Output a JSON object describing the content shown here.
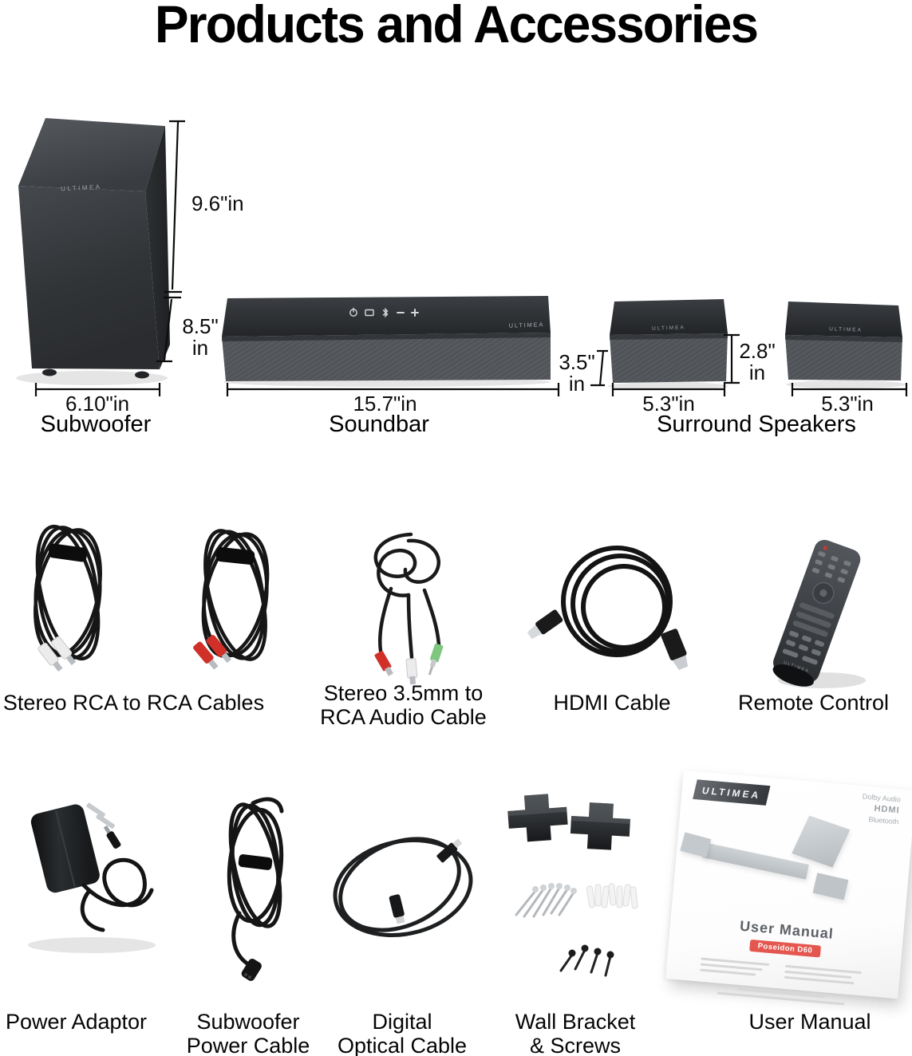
{
  "title": "Products and Accessories",
  "products": {
    "subwoofer": {
      "name": "Subwoofer",
      "brand": "ULTIMEA",
      "dim_height": "9.6\"in",
      "dim_depth_line1": "8.5\"",
      "dim_depth_line2": "in",
      "dim_width": "6.10\"in"
    },
    "soundbar": {
      "name": "Soundbar",
      "brand": "ULTIMEA",
      "dim_width": "15.7\"in"
    },
    "surround_speakers": {
      "name": "Surround Speakers",
      "brand": "ULTIMEA",
      "dim_depth_line1": "3.5\"",
      "dim_depth_line2": "in",
      "dim_height_line1": "2.8\"",
      "dim_height_line2": "in",
      "dim_width_left": "5.3\"in",
      "dim_width_right": "5.3\"in"
    }
  },
  "accessories": {
    "rca_cables": {
      "label": "Stereo RCA to RCA Cables"
    },
    "aux_cable": {
      "label_line1": "Stereo 3.5mm to",
      "label_line2": "RCA Audio Cable"
    },
    "hdmi_cable": {
      "label": "HDMI Cable"
    },
    "remote_control": {
      "label": "Remote Control",
      "brand": "ULTIMEA"
    },
    "power_adaptor": {
      "label": "Power Adaptor"
    },
    "subwoofer_power_cable": {
      "label_line1": "Subwoofer",
      "label_line2": "Power Cable"
    },
    "digital_optical_cable": {
      "label_line1": "Digital",
      "label_line2": "Optical Cable"
    },
    "wall_bracket": {
      "label_line1": "Wall Bracket",
      "label_line2": "& Screws"
    },
    "user_manual": {
      "label": "User Manual"
    }
  },
  "manual_cover": {
    "brand": "ULTIMEA",
    "badge_dolby": "Dolby Audio",
    "badge_hdmi": "HDMI",
    "badge_bluetooth": "Bluetooth",
    "title": "User Manual",
    "model": "Poseidon D60"
  }
}
